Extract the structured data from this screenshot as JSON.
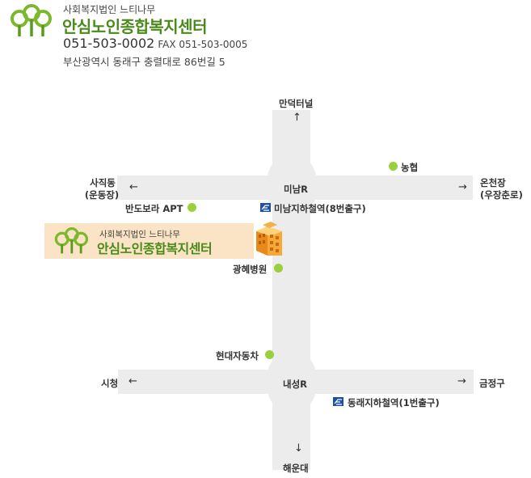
{
  "header": {
    "org_small": "사회복지법인 느티나무",
    "org_name": "안심노인종합복지센터",
    "phone": "051-503-0002",
    "fax": "FAX 051-503-0005",
    "address": "부산광역시 동래구 충렬대로 86번길 5"
  },
  "map": {
    "north": "만덕터널",
    "south": "해운대",
    "upper_west": "사직동",
    "upper_west_sub": "(운동장)",
    "upper_east": "온천장",
    "upper_east_sub": "(우장춘로)",
    "upper_intersection": "미남R",
    "lower_intersection": "내성R",
    "lower_west": "시청",
    "lower_east": "금정구",
    "landmarks": {
      "nonghyup": "농협",
      "bando_apt": "반도보라 APT",
      "subway_minam": "미남지하철역(8번출구)",
      "gwanghye": "광혜병원",
      "hyundai": "현대자동차",
      "subway_dongnae": "동래지하철역(1번출구)"
    },
    "highlight": {
      "org_small": "사회복지법인 느티나무",
      "org_name": "안심노인종합복지센터"
    },
    "arrows": {
      "up": "↑",
      "down": "↓",
      "left": "←",
      "right": "→"
    },
    "colors": {
      "road": "#ececec",
      "brand_green": "#4a8a1a",
      "dot_green": "#9ccf3c",
      "highlight_bg": "#fbe3c6",
      "subway_blue": "#1d4fa3"
    }
  }
}
